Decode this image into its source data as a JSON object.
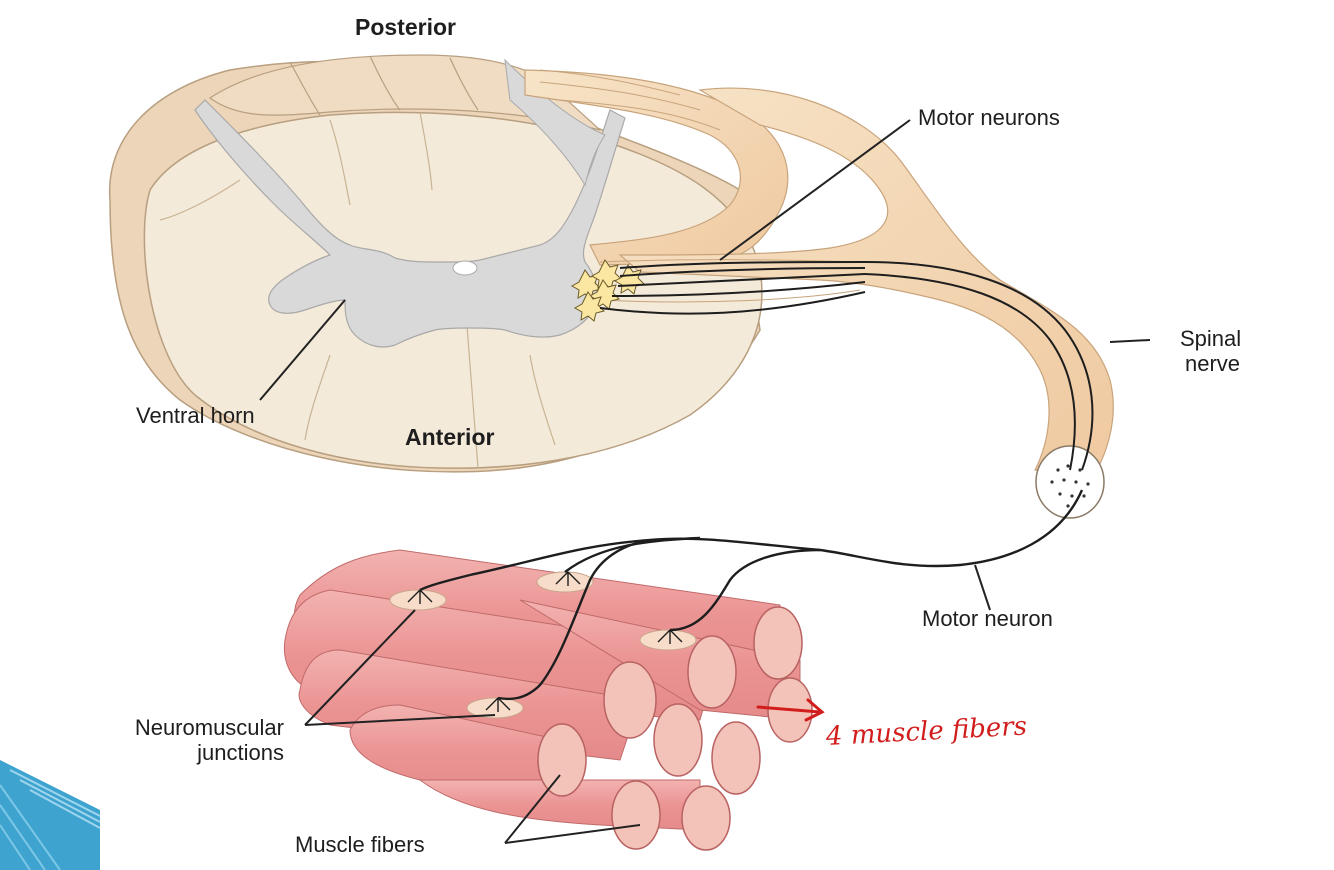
{
  "labels": {
    "posterior": "Posterior",
    "anterior": "Anterior",
    "motor_neurons": "Motor neurons",
    "spinal_nerve_line1": "Spinal",
    "spinal_nerve_line2": "nerve",
    "ventral_horn": "Ventral horn",
    "motor_neuron": "Motor neuron",
    "neuromuscular_line1": "Neuromuscular",
    "neuromuscular_line2": "junctions",
    "muscle_fibers": "Muscle fibers"
  },
  "annotation": {
    "handwritten_note": "4 muscle fibers"
  },
  "colors": {
    "spinal_cord": "#f2e6d3",
    "spinal_cord_shade": "#ecd5b8",
    "grey_matter": "#d9d9d9",
    "nerve": "#f3d7b2",
    "muscle": "#ec9a9a",
    "muscle_end": "#f3c2b8",
    "annotation_red": "#d21d1d",
    "leader_line": "#222222"
  }
}
